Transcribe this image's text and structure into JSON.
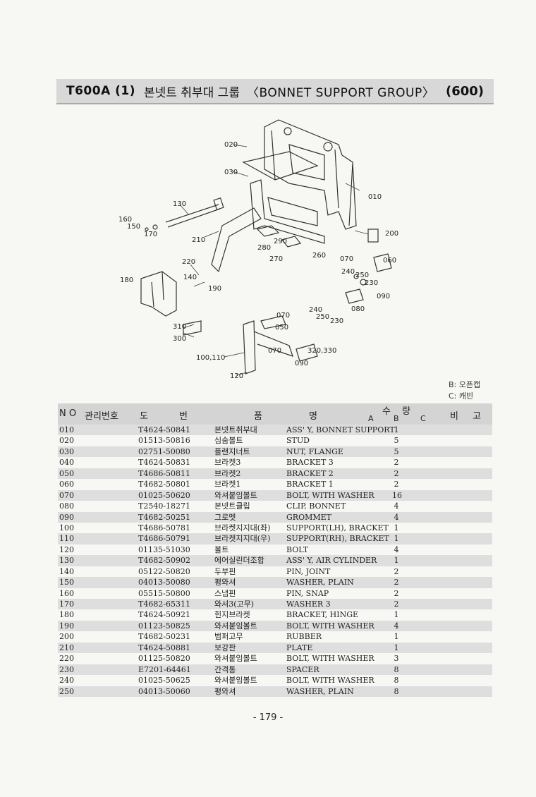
{
  "header": {
    "code": "T600A (1)",
    "title_ko": "본넷트 취부대 그룹",
    "title_en": "〈BONNET SUPPORT GROUP〉",
    "group_no": "(600)"
  },
  "diagram_labels": [
    "020",
    "030",
    "010",
    "130",
    "160",
    "150",
    "170",
    "210",
    "200",
    "290",
    "280",
    "270",
    "260",
    "070",
    "060",
    "220",
    "140",
    "180",
    "190",
    "240",
    "250",
    "230",
    "090",
    "080",
    "070",
    "240",
    "250",
    "230",
    "050",
    "310",
    "300",
    "070",
    "320,330",
    "090",
    "100,110",
    "120"
  ],
  "legend": {
    "b": "B: 오픈캡",
    "c": "C: 캐빈"
  },
  "table": {
    "headers": {
      "no": "N O",
      "mgmt": "관리번호",
      "do": "도",
      "beon": "번",
      "pum": "품",
      "myeong": "명",
      "su": "수",
      "ryang": "량",
      "a": "A",
      "b": "B",
      "c": "C",
      "bi": "비",
      "go": "고"
    },
    "rows": [
      {
        "no": "010",
        "code": "T4624-50841",
        "kr": "본넷트취부대",
        "en": "ASS' Y, BONNET SUPPORT",
        "qty": "1"
      },
      {
        "no": "020",
        "code": "01513-50816",
        "kr": "심숨볼트",
        "en": "STUD",
        "qty": "5"
      },
      {
        "no": "030",
        "code": "02751-50080",
        "kr": "플랜지너트",
        "en": "NUT, FLANGE",
        "qty": "5"
      },
      {
        "no": "040",
        "code": "T4624-50831",
        "kr": "브라켓3",
        "en": "BRACKET 3",
        "qty": "2"
      },
      {
        "no": "050",
        "code": "T4686-50811",
        "kr": "브라켓2",
        "en": "BRACKET 2",
        "qty": "2"
      },
      {
        "no": "060",
        "code": "T4682-50801",
        "kr": "브라켓1",
        "en": "BRACKET 1",
        "qty": "2"
      },
      {
        "no": "070",
        "code": "01025-50620",
        "kr": "와셔붙임볼트",
        "en": "BOLT, WITH WASHER",
        "qty": "16"
      },
      {
        "no": "080",
        "code": "T2540-18271",
        "kr": "본넷트클립",
        "en": "CLIP, BONNET",
        "qty": "4"
      },
      {
        "no": "090",
        "code": "T4682-50251",
        "kr": "그로멧",
        "en": "GROMMET",
        "qty": "4"
      },
      {
        "no": "100",
        "code": "T4686-50781",
        "kr": "브라켓지지대(좌)",
        "en": "SUPPORT(LH), BRACKET",
        "qty": "1"
      },
      {
        "no": "110",
        "code": "T4686-50791",
        "kr": "브라켓지지대(우)",
        "en": "SUPPORT(RH), BRACKET",
        "qty": "1"
      },
      {
        "no": "120",
        "code": "01135-51030",
        "kr": "볼트",
        "en": "BOLT",
        "qty": "4"
      },
      {
        "no": "130",
        "code": "T4682-50902",
        "kr": "에어실린더조합",
        "en": "ASS' Y, AIR CYLINDER",
        "qty": "1"
      },
      {
        "no": "140",
        "code": "05122-50820",
        "kr": "두부핀",
        "en": "PIN, JOINT",
        "qty": "2"
      },
      {
        "no": "150",
        "code": "04013-50080",
        "kr": "평와셔",
        "en": "WASHER, PLAIN",
        "qty": "2"
      },
      {
        "no": "160",
        "code": "05515-50800",
        "kr": "스냅핀",
        "en": "PIN, SNAP",
        "qty": "2"
      },
      {
        "no": "170",
        "code": "T4682-65311",
        "kr": "와셔3(고무)",
        "en": "WASHER 3",
        "qty": "2"
      },
      {
        "no": "180",
        "code": "T4624-50921",
        "kr": "힌지브라켓",
        "en": "BRACKET, HINGE",
        "qty": "1"
      },
      {
        "no": "190",
        "code": "01123-50825",
        "kr": "와셔붙임볼트",
        "en": "BOLT, WITH WASHER",
        "qty": "4"
      },
      {
        "no": "200",
        "code": "T4682-50231",
        "kr": "범퍼고무",
        "en": "RUBBER",
        "qty": "1"
      },
      {
        "no": "210",
        "code": "T4624-50881",
        "kr": "보강판",
        "en": "PLATE",
        "qty": "1"
      },
      {
        "no": "220",
        "code": "01125-50820",
        "kr": "와셔붙임볼트",
        "en": "BOLT, WITH WASHER",
        "qty": "3"
      },
      {
        "no": "230",
        "code": "E7201-64461",
        "kr": "간격통",
        "en": "SPACER",
        "qty": "8"
      },
      {
        "no": "240",
        "code": "01025-50625",
        "kr": "와셔붙임볼트",
        "en": "BOLT, WITH WASHER",
        "qty": "8"
      },
      {
        "no": "250",
        "code": "04013-50060",
        "kr": "평와셔",
        "en": "WASHER, PLAIN",
        "qty": "8"
      }
    ]
  },
  "page_number": "- 179 -"
}
